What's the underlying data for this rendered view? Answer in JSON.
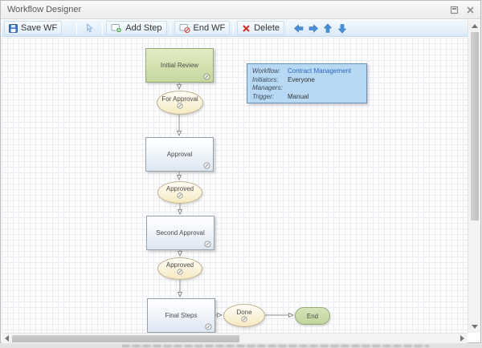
{
  "window": {
    "title": "Workflow Designer"
  },
  "toolbar": {
    "save": "Save WF",
    "add_step": "Add Step",
    "end_wf": "End WF",
    "delete": "Delete"
  },
  "nodes": {
    "step1": "Initial Review",
    "cond1": "For Approval",
    "step2": "Approval",
    "cond2": "Approved",
    "step3": "Second Approval",
    "cond3": "Approved",
    "step4": "Final Steps",
    "cond4": "Done",
    "end": "End"
  },
  "info_panel": {
    "workflow_label": "Workflow:",
    "workflow_value": "Contract Management",
    "initiators_label": "Initiators:",
    "initiators_value": "Everyone",
    "managers_label": "Managers:",
    "managers_value": "",
    "trigger_label": "Trigger:",
    "trigger_value": "Manual"
  },
  "colors": {
    "toolbar_arrow_blue": "#4a8fd8",
    "delete_red": "#c9302c",
    "start_node_green": "#cfe0a8",
    "step_node_blue": "#e4ecf5",
    "condition_cream": "#f8ecc8",
    "end_node_green": "#c9d9a5",
    "info_panel_blue": "#b7d9f3",
    "link_blue": "#2a66c0"
  }
}
